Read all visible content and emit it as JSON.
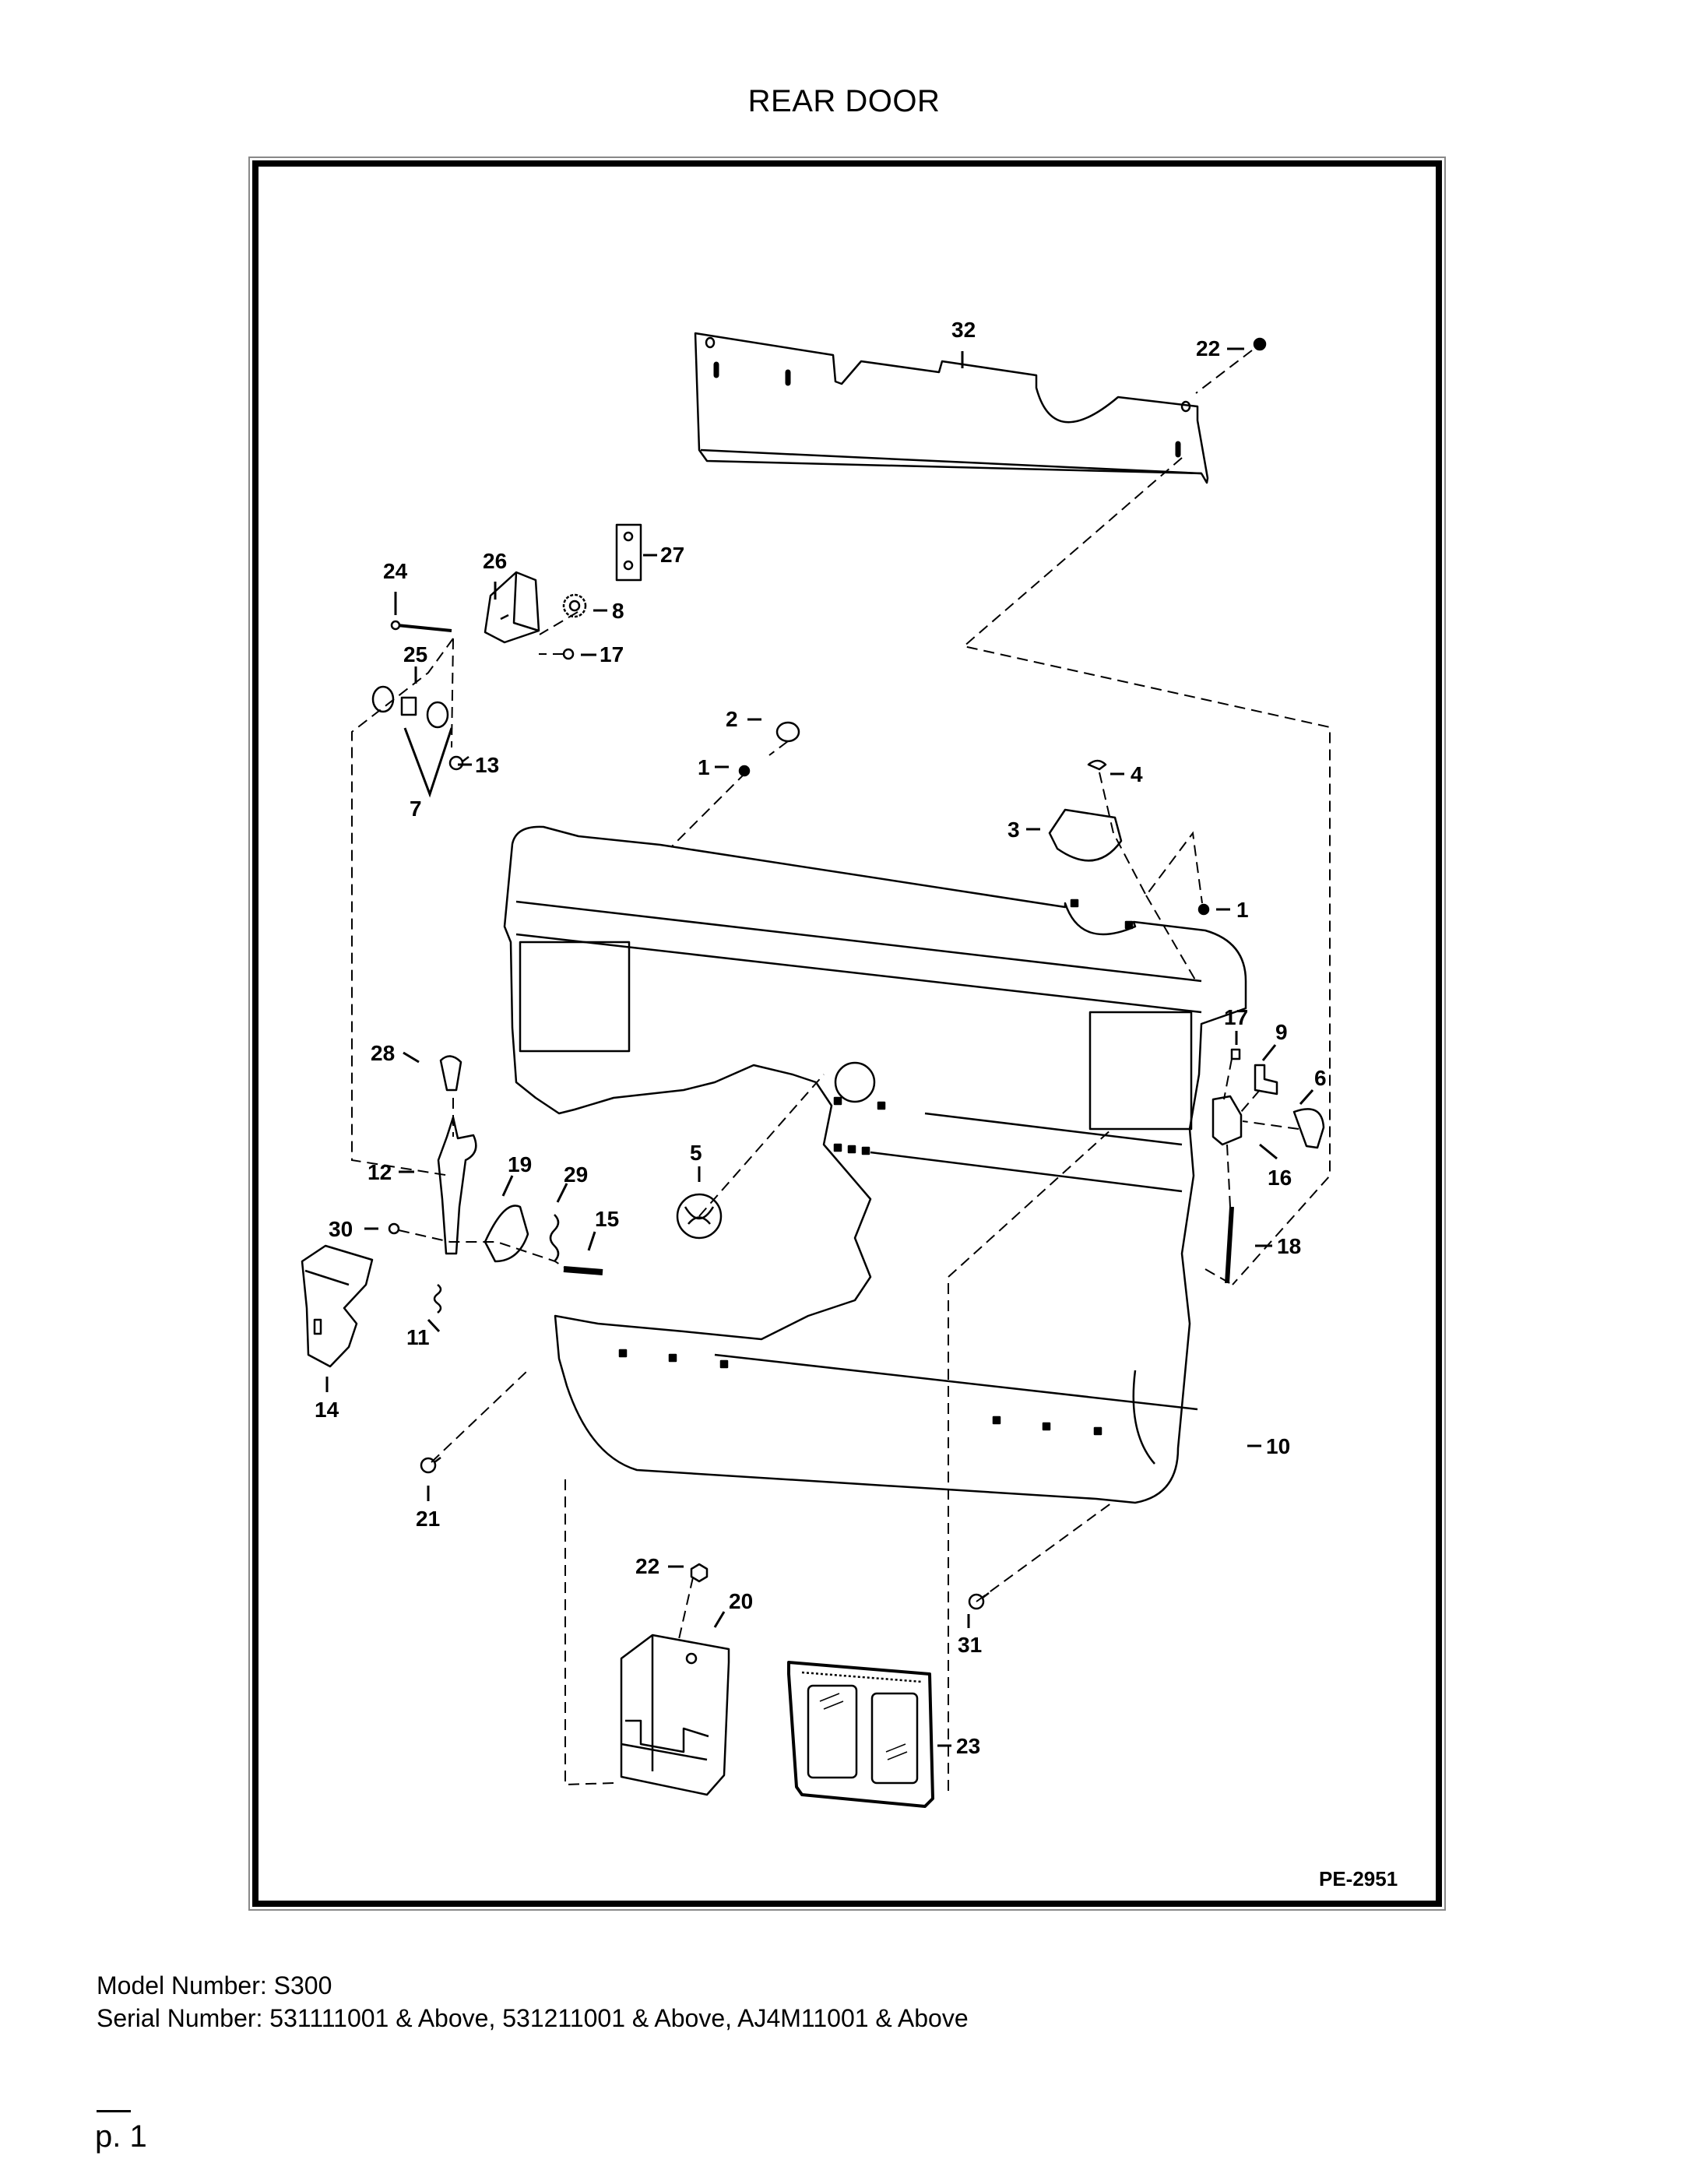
{
  "page_title": "REAR DOOR",
  "drawing_code": "PE-2951",
  "model_line": "Model Number: S300",
  "serial_line": "Serial Number: 531111001 & Above, 531211001 & Above, AJ4M11001 & Above",
  "page_number": "p. 1",
  "callouts": {
    "c1a": "1",
    "c1b": "1",
    "c2": "2",
    "c3": "3",
    "c4": "4",
    "c5": "5",
    "c6": "6",
    "c7": "7",
    "c8": "8",
    "c9": "9",
    "c10": "10",
    "c11": "11",
    "c12": "12",
    "c13": "13",
    "c14": "14",
    "c15": "15",
    "c16": "16",
    "c17a": "17",
    "c17b": "17",
    "c18": "18",
    "c19": "19",
    "c20": "20",
    "c21": "21",
    "c22a": "22",
    "c22b": "22",
    "c23": "23",
    "c24": "24",
    "c25": "25",
    "c26": "26",
    "c27": "27",
    "c28": "28",
    "c29": "29",
    "c30": "30",
    "c31": "31",
    "c32": "32"
  }
}
